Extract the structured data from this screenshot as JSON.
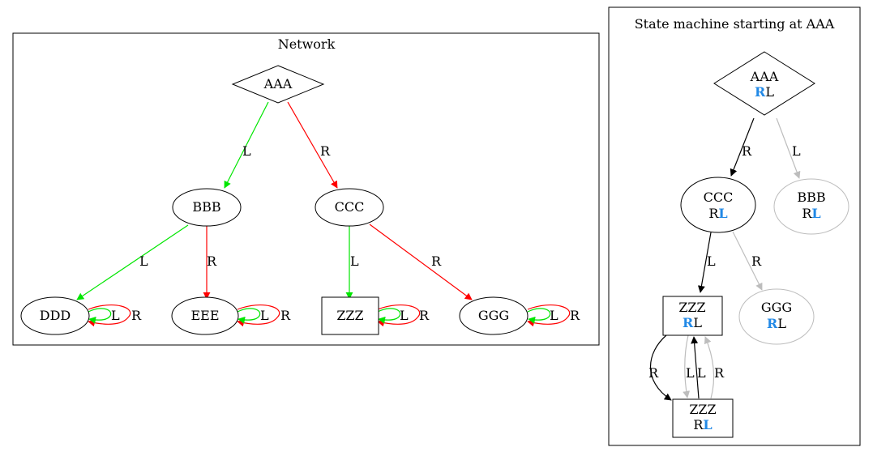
{
  "colors": {
    "green": "#00e600",
    "red": "#ff0000",
    "black": "#000000",
    "grey": "#bdbdbd",
    "blue": "#2289e6"
  },
  "network": {
    "title": "Network",
    "nodes": {
      "aaa": "AAA",
      "bbb": "BBB",
      "ccc": "CCC",
      "ddd": "DDD",
      "eee": "EEE",
      "zzz": "ZZZ",
      "ggg": "GGG"
    },
    "edge_labels": {
      "left": "L",
      "right": "R"
    }
  },
  "state_machine": {
    "title": "State machine starting at AAA",
    "nodes": {
      "aaa": {
        "name": "AAA",
        "r": "R",
        "l": "L",
        "active": "R"
      },
      "ccc": {
        "name": "CCC",
        "r": "R",
        "l": "L",
        "active": "L"
      },
      "bbb": {
        "name": "BBB",
        "r": "R",
        "l": "L",
        "active": "L"
      },
      "zzz1": {
        "name": "ZZZ",
        "r": "R",
        "l": "L",
        "active": "R"
      },
      "ggg": {
        "name": "GGG",
        "r": "R",
        "l": "L",
        "active": "R"
      },
      "zzz2": {
        "name": "ZZZ",
        "r": "R",
        "l": "L",
        "active": "L"
      }
    },
    "edge_labels": {
      "left": "L",
      "right": "R"
    }
  }
}
